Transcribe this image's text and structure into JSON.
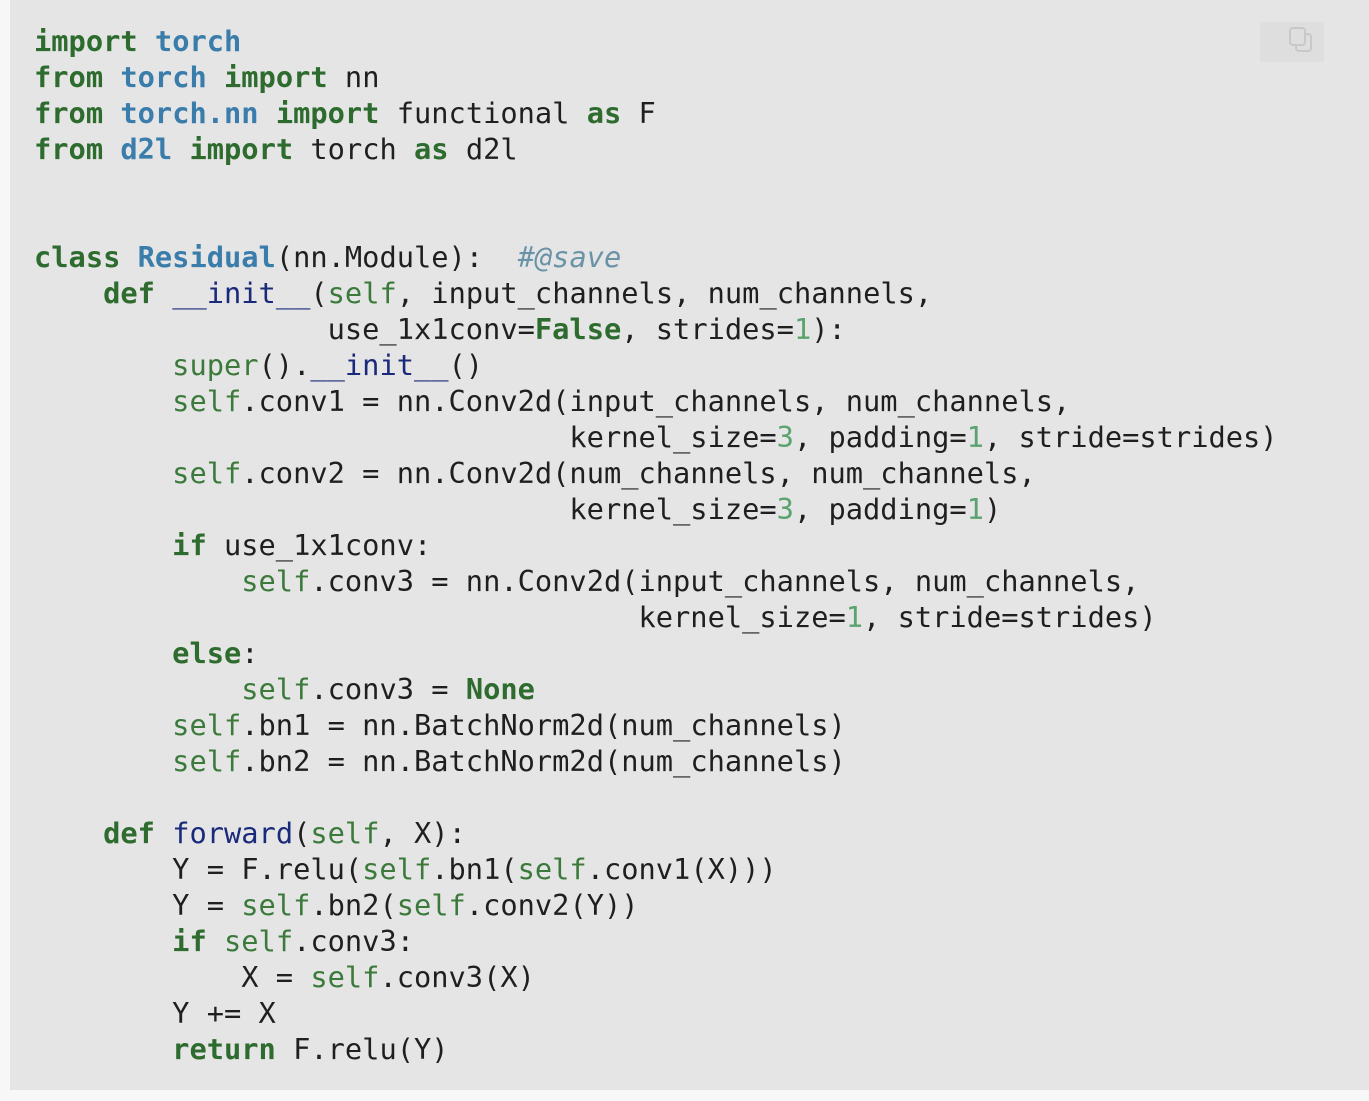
{
  "code_block": {
    "language": "python",
    "copy_icon": "copy-icon",
    "colors": {
      "background": "#e5e5e5",
      "keyword": "#2e6b2e",
      "module": "#3a7dab",
      "function": "#1a2a7a",
      "self": "#3b7a3b",
      "number": "#5aa36f",
      "comment": "#6a93a8",
      "text": "#1f1f1f"
    },
    "lines": [
      [
        {
          "t": "import",
          "c": "kw"
        },
        {
          "t": " "
        },
        {
          "t": "torch",
          "c": "mod"
        }
      ],
      [
        {
          "t": "from",
          "c": "kw"
        },
        {
          "t": " "
        },
        {
          "t": "torch",
          "c": "mod"
        },
        {
          "t": " "
        },
        {
          "t": "import",
          "c": "kw"
        },
        {
          "t": " nn"
        }
      ],
      [
        {
          "t": "from",
          "c": "kw"
        },
        {
          "t": " "
        },
        {
          "t": "torch.nn",
          "c": "mod"
        },
        {
          "t": " "
        },
        {
          "t": "import",
          "c": "kw"
        },
        {
          "t": " functional "
        },
        {
          "t": "as",
          "c": "kw"
        },
        {
          "t": " F"
        }
      ],
      [
        {
          "t": "from",
          "c": "kw"
        },
        {
          "t": " "
        },
        {
          "t": "d2l",
          "c": "mod"
        },
        {
          "t": " "
        },
        {
          "t": "import",
          "c": "kw"
        },
        {
          "t": " torch "
        },
        {
          "t": "as",
          "c": "kw"
        },
        {
          "t": " d2l"
        }
      ],
      [],
      [],
      [
        {
          "t": "class",
          "c": "kw"
        },
        {
          "t": " "
        },
        {
          "t": "Residual",
          "c": "cls"
        },
        {
          "t": "(nn.Module):  "
        },
        {
          "t": "#@save",
          "c": "cmt"
        }
      ],
      [
        {
          "t": "    "
        },
        {
          "t": "def",
          "c": "kw"
        },
        {
          "t": " "
        },
        {
          "t": "__init__",
          "c": "fn"
        },
        {
          "t": "("
        },
        {
          "t": "self",
          "c": "self"
        },
        {
          "t": ", input_channels, num_channels,"
        }
      ],
      [
        {
          "t": "                 use_1x1conv="
        },
        {
          "t": "False",
          "c": "kw"
        },
        {
          "t": ", strides="
        },
        {
          "t": "1",
          "c": "num"
        },
        {
          "t": "):"
        }
      ],
      [
        {
          "t": "        "
        },
        {
          "t": "super",
          "c": "self"
        },
        {
          "t": "()."
        },
        {
          "t": "__init__",
          "c": "fn"
        },
        {
          "t": "()"
        }
      ],
      [
        {
          "t": "        "
        },
        {
          "t": "self",
          "c": "self"
        },
        {
          "t": ".conv1 = nn.Conv2d(input_channels, num_channels,"
        }
      ],
      [
        {
          "t": "                               kernel_size="
        },
        {
          "t": "3",
          "c": "num"
        },
        {
          "t": ", padding="
        },
        {
          "t": "1",
          "c": "num"
        },
        {
          "t": ", stride=strides)"
        }
      ],
      [
        {
          "t": "        "
        },
        {
          "t": "self",
          "c": "self"
        },
        {
          "t": ".conv2 = nn.Conv2d(num_channels, num_channels,"
        }
      ],
      [
        {
          "t": "                               kernel_size="
        },
        {
          "t": "3",
          "c": "num"
        },
        {
          "t": ", padding="
        },
        {
          "t": "1",
          "c": "num"
        },
        {
          "t": ")"
        }
      ],
      [
        {
          "t": "        "
        },
        {
          "t": "if",
          "c": "kw"
        },
        {
          "t": " use_1x1conv:"
        }
      ],
      [
        {
          "t": "            "
        },
        {
          "t": "self",
          "c": "self"
        },
        {
          "t": ".conv3 = nn.Conv2d(input_channels, num_channels,"
        }
      ],
      [
        {
          "t": "                                   kernel_size="
        },
        {
          "t": "1",
          "c": "num"
        },
        {
          "t": ", stride=strides)"
        }
      ],
      [
        {
          "t": "        "
        },
        {
          "t": "else",
          "c": "kw"
        },
        {
          "t": ":"
        }
      ],
      [
        {
          "t": "            "
        },
        {
          "t": "self",
          "c": "self"
        },
        {
          "t": ".conv3 = "
        },
        {
          "t": "None",
          "c": "kw"
        }
      ],
      [
        {
          "t": "        "
        },
        {
          "t": "self",
          "c": "self"
        },
        {
          "t": ".bn1 = nn.BatchNorm2d(num_channels)"
        }
      ],
      [
        {
          "t": "        "
        },
        {
          "t": "self",
          "c": "self"
        },
        {
          "t": ".bn2 = nn.BatchNorm2d(num_channels)"
        }
      ],
      [],
      [
        {
          "t": "    "
        },
        {
          "t": "def",
          "c": "kw"
        },
        {
          "t": " "
        },
        {
          "t": "forward",
          "c": "fn"
        },
        {
          "t": "("
        },
        {
          "t": "self",
          "c": "self"
        },
        {
          "t": ", X):"
        }
      ],
      [
        {
          "t": "        Y = F.relu("
        },
        {
          "t": "self",
          "c": "self"
        },
        {
          "t": ".bn1("
        },
        {
          "t": "self",
          "c": "self"
        },
        {
          "t": ".conv1(X)))"
        }
      ],
      [
        {
          "t": "        Y = "
        },
        {
          "t": "self",
          "c": "self"
        },
        {
          "t": ".bn2("
        },
        {
          "t": "self",
          "c": "self"
        },
        {
          "t": ".conv2(Y))"
        }
      ],
      [
        {
          "t": "        "
        },
        {
          "t": "if",
          "c": "kw"
        },
        {
          "t": " "
        },
        {
          "t": "self",
          "c": "self"
        },
        {
          "t": ".conv3:"
        }
      ],
      [
        {
          "t": "            X = "
        },
        {
          "t": "self",
          "c": "self"
        },
        {
          "t": ".conv3(X)"
        }
      ],
      [
        {
          "t": "        Y += X"
        }
      ],
      [
        {
          "t": "        "
        },
        {
          "t": "return",
          "c": "kw"
        },
        {
          "t": " F.relu(Y)"
        }
      ]
    ]
  }
}
